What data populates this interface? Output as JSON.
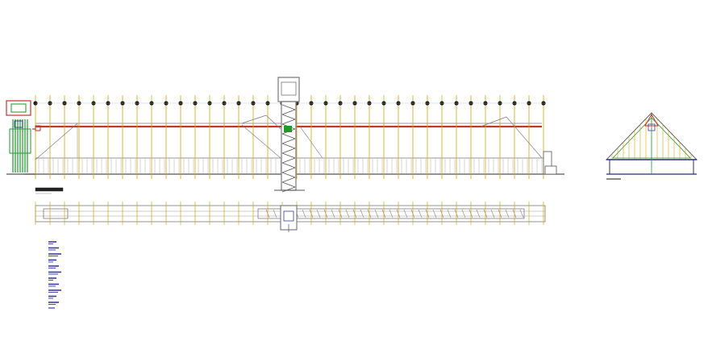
{
  "drawing": {
    "background": "#ffffff",
    "colors": {
      "line": "#7a7a7a",
      "dark": "#555555",
      "grid_axis": "#d8a800",
      "grid_marker": "#1a1a1a",
      "roof_beam": "#c8322a",
      "pipe_green": "#1f9a2a",
      "legend_blue": "#3a3aa8",
      "section_navy": "#2a2a7a"
    },
    "views": [
      {
        "id": "longitudinal-elevation",
        "kind": "elevation"
      },
      {
        "id": "plan-view",
        "kind": "plan"
      },
      {
        "id": "cross-section",
        "kind": "section"
      },
      {
        "id": "notes-legend",
        "kind": "legend"
      }
    ],
    "grid_axis_count": 36,
    "legend_row_count": 11
  }
}
